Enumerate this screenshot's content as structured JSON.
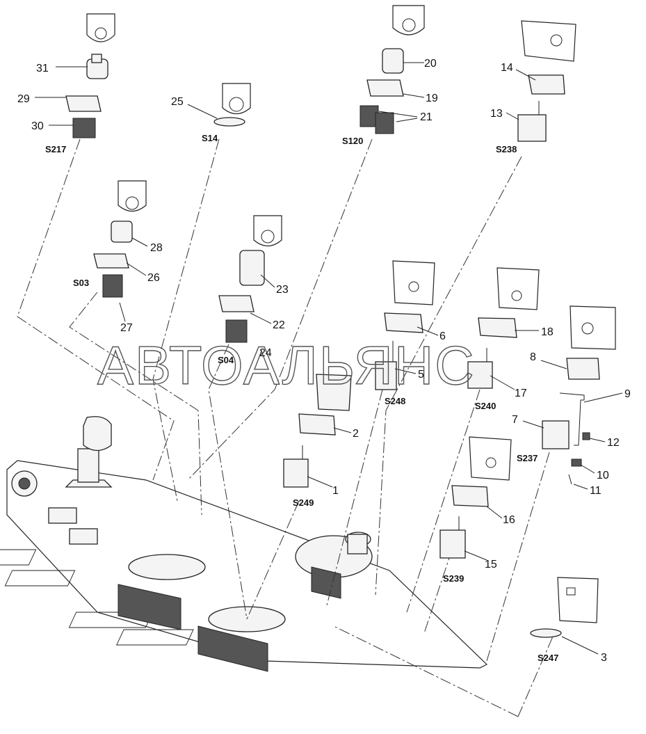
{
  "watermark": "АВТОАЛЬЯНС",
  "callouts": [
    {
      "id": "n31",
      "text": "31"
    },
    {
      "id": "n29",
      "text": "29"
    },
    {
      "id": "n30",
      "text": "30"
    },
    {
      "id": "n25",
      "text": "25"
    },
    {
      "id": "n28",
      "text": "28"
    },
    {
      "id": "n26",
      "text": "26"
    },
    {
      "id": "n27",
      "text": "27"
    },
    {
      "id": "n23",
      "text": "23"
    },
    {
      "id": "n22",
      "text": "22"
    },
    {
      "id": "n24",
      "text": "24"
    },
    {
      "id": "n20",
      "text": "20"
    },
    {
      "id": "n19",
      "text": "19"
    },
    {
      "id": "n21",
      "text": "21"
    },
    {
      "id": "n14",
      "text": "14"
    },
    {
      "id": "n13",
      "text": "13"
    },
    {
      "id": "n6",
      "text": "6"
    },
    {
      "id": "n5",
      "text": "5"
    },
    {
      "id": "n18",
      "text": "18"
    },
    {
      "id": "n17",
      "text": "17"
    },
    {
      "id": "n8",
      "text": "8"
    },
    {
      "id": "n9",
      "text": "9"
    },
    {
      "id": "n7",
      "text": "7"
    },
    {
      "id": "n12",
      "text": "12"
    },
    {
      "id": "n10",
      "text": "10"
    },
    {
      "id": "n11",
      "text": "11"
    },
    {
      "id": "n2",
      "text": "2"
    },
    {
      "id": "n1",
      "text": "1"
    },
    {
      "id": "n16",
      "text": "16"
    },
    {
      "id": "n15",
      "text": "15"
    },
    {
      "id": "n3",
      "text": "3"
    }
  ],
  "codes": [
    {
      "id": "S217",
      "text": "S217"
    },
    {
      "id": "S14",
      "text": "S14"
    },
    {
      "id": "S120",
      "text": "S120"
    },
    {
      "id": "S238",
      "text": "S238"
    },
    {
      "id": "S03",
      "text": "S03"
    },
    {
      "id": "S04",
      "text": "S04"
    },
    {
      "id": "S248",
      "text": "S248"
    },
    {
      "id": "S240",
      "text": "S240"
    },
    {
      "id": "S237",
      "text": "S237"
    },
    {
      "id": "S249",
      "text": "S249"
    },
    {
      "id": "S239",
      "text": "S239"
    },
    {
      "id": "S247",
      "text": "S247"
    }
  ]
}
